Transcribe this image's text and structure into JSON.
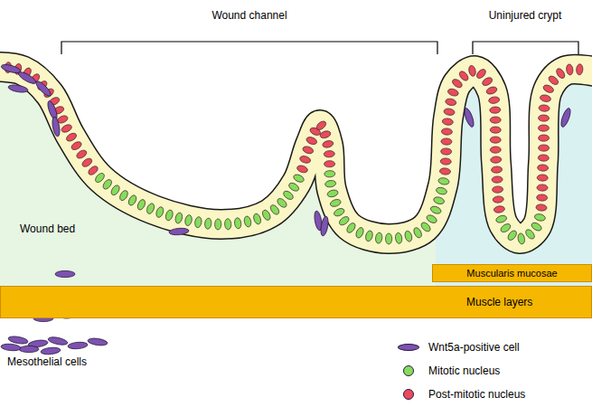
{
  "diagram": {
    "nodes": [
      {
        "text": [
          "Muscularis mucosae"
        ]
      },
      {
        "text": [
          "Muscle layers"
        ]
      }
    ],
    "labels": [
      "Wound channel",
      "Uninjured crypt",
      "Wound bed",
      "Mesothelial cells"
    ],
    "legend": [
      {
        "text": "Wnt5a-positive cell",
        "color": "#7d52b0"
      },
      {
        "text": "Mitotic nucleus",
        "color": "#86dc5c"
      },
      {
        "text": "Post-mitotic nucleus",
        "color": "#ea4a5c"
      }
    ]
  }
}
